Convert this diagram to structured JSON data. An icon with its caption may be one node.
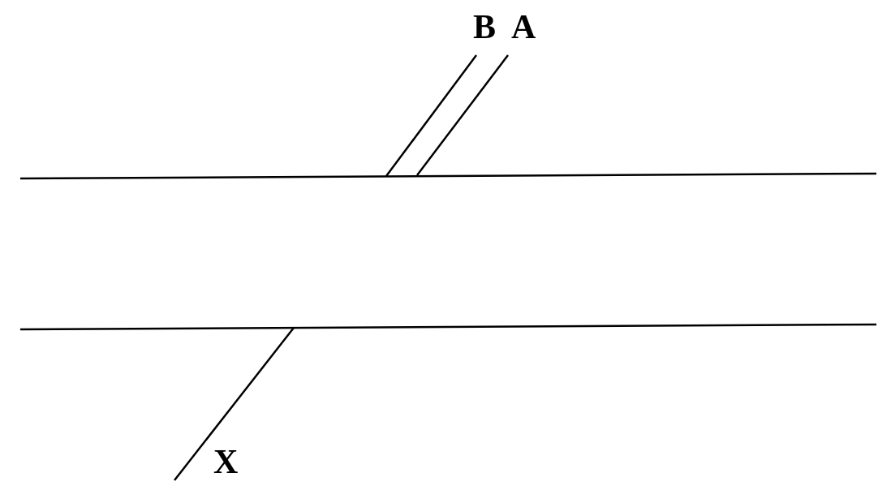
{
  "diagram": {
    "labels": [
      "B",
      "A",
      "X"
    ]
  }
}
